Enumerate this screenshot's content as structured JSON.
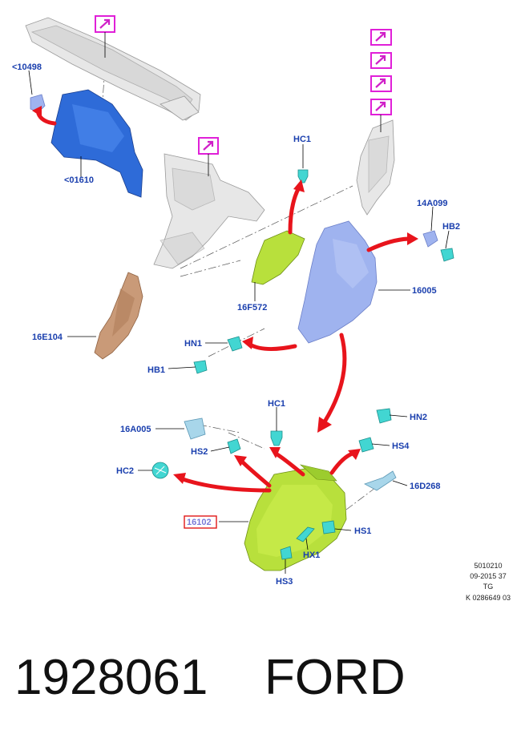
{
  "callouts": {
    "c10498": "<10498",
    "c01610": "<01610",
    "hc1_top": "HC1",
    "c14a099": "14A099",
    "hb2": "HB2",
    "c16f572": "16F572",
    "c16005": "16005",
    "c16e104": "16E104",
    "hn1": "HN1",
    "hb1": "HB1",
    "hc1_mid": "HC1",
    "hn2": "HN2",
    "c16a005": "16A005",
    "hs2": "HS2",
    "hs4": "HS4",
    "hc2": "HC2",
    "c16d268": "16D268",
    "c16102": "16102",
    "hs1": "HS1",
    "hx1": "HX1",
    "hs3": "HS3"
  },
  "reference": {
    "line1": "5010210",
    "line2": "09-2015 37",
    "line3": "TG",
    "line4": "K 0286649 03"
  },
  "footer": {
    "part_number": "1928061",
    "brand": "FORD"
  },
  "colors": {
    "callout_text": "#1a3fae",
    "arrow": "#e8141c",
    "highlight_box": "#e020d8",
    "selected_part_box": "#e01818"
  }
}
